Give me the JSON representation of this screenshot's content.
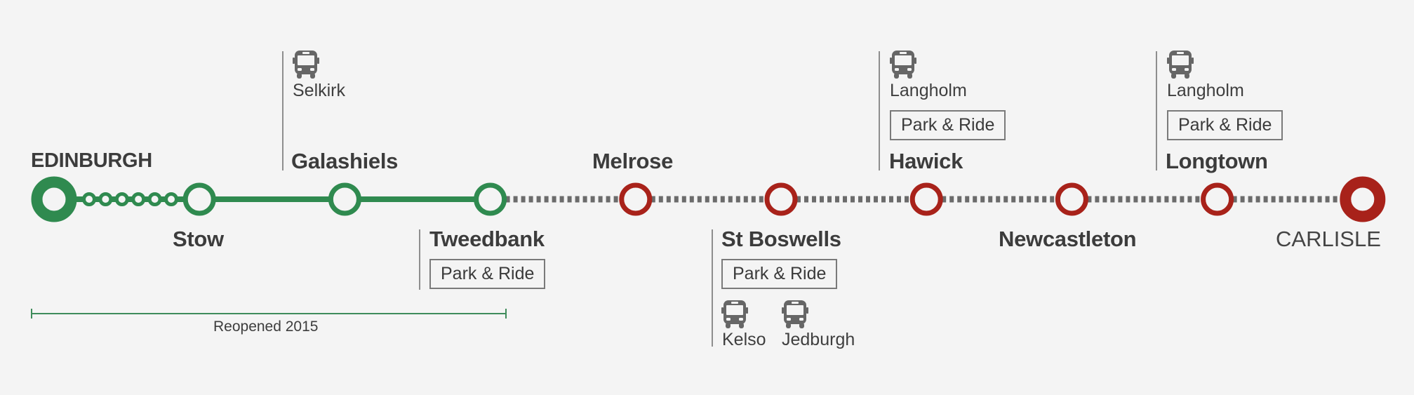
{
  "title": "Borders Railway route map",
  "colors": {
    "background": "#f4f4f4",
    "reopened_line": "#2f8a4f",
    "proposed_line": "#6b6b6b",
    "proposed_station": "#a8221a",
    "text": "#3c3c3c",
    "bracket": "#3f8c5b"
  },
  "stations": [
    {
      "name": "EDINBURGH",
      "status": "reopened",
      "terminus": true,
      "label_side": "above"
    },
    {
      "name": "Stow",
      "status": "reopened",
      "terminus": false,
      "label_side": "below"
    },
    {
      "name": "Galashiels",
      "status": "reopened",
      "terminus": false,
      "label_side": "above",
      "bus_links": [
        "Selkirk"
      ],
      "park_and_ride": false
    },
    {
      "name": "Tweedbank",
      "status": "reopened",
      "terminus": false,
      "label_side": "below",
      "park_and_ride": true
    },
    {
      "name": "Melrose",
      "status": "proposed",
      "terminus": false,
      "label_side": "above"
    },
    {
      "name": "St Boswells",
      "status": "proposed",
      "terminus": false,
      "label_side": "below",
      "park_and_ride": true,
      "bus_links": [
        "Kelso",
        "Jedburgh"
      ]
    },
    {
      "name": "Hawick",
      "status": "proposed",
      "terminus": false,
      "label_side": "above",
      "bus_links": [
        "Langholm"
      ],
      "park_and_ride": true
    },
    {
      "name": "Newcastleton",
      "status": "proposed",
      "terminus": false,
      "label_side": "below"
    },
    {
      "name": "Longtown",
      "status": "proposed",
      "terminus": false,
      "label_side": "above",
      "bus_links": [
        "Langholm"
      ],
      "park_and_ride": true
    },
    {
      "name": "CARLISLE",
      "status": "proposed",
      "terminus": true,
      "label_side": "below"
    }
  ],
  "intermediate_stops_edinburgh_stow": 6,
  "park_and_ride_label": "Park & Ride",
  "icons": {
    "bus": "bus-icon"
  },
  "bracket": {
    "label": "Reopened 2015",
    "from_station": "EDINBURGH",
    "to_station": "Tweedbank"
  }
}
